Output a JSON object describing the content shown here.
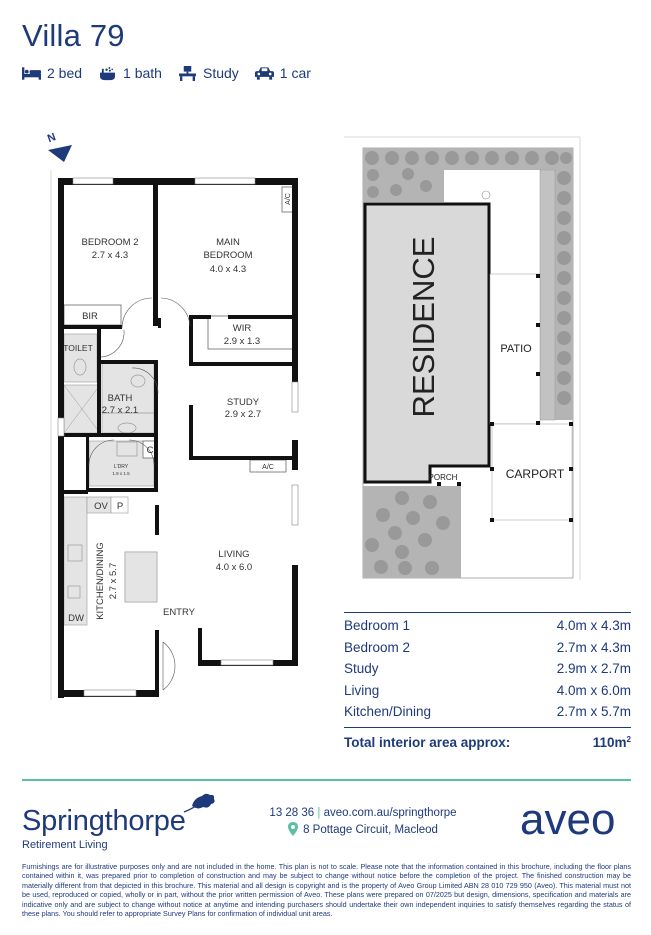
{
  "header": {
    "title": "Villa 79",
    "features": [
      {
        "icon": "bed-icon",
        "label": "2 bed"
      },
      {
        "icon": "bath-icon",
        "label": "1 bath"
      },
      {
        "icon": "desk-icon",
        "label": "Study"
      },
      {
        "icon": "car-icon",
        "label": "1 car"
      }
    ]
  },
  "floor_plan": {
    "compass_label": "N",
    "rooms": {
      "bedroom2": {
        "name": "BEDROOM 2",
        "size": "2.7 x 4.3"
      },
      "main_bedroom": {
        "name_line1": "MAIN",
        "name_line2": "BEDROOM",
        "size": "4.0 x 4.3"
      },
      "wir": {
        "name": "WIR",
        "size": "2.9 x 1.3"
      },
      "bir": {
        "name": "BIR"
      },
      "toilet": {
        "name": "TOILET"
      },
      "bath": {
        "name": "BATH",
        "size": "2.7 x 2.1"
      },
      "study": {
        "name": "STUDY",
        "size": "2.9 x 2.7"
      },
      "laundry": {
        "name": "L'DRY",
        "size": "1.9 x 1.5"
      },
      "cupboard": {
        "name": "C"
      },
      "oven": {
        "name": "OV"
      },
      "pantry": {
        "name": "P"
      },
      "kitchen": {
        "name": "KITCHEN/DINING",
        "size": "2.7 x 5.7"
      },
      "dishwasher": {
        "name": "DW"
      },
      "living": {
        "name": "LIVING",
        "size": "4.0 x 6.0"
      },
      "entry": {
        "name": "ENTRY"
      },
      "ac1": {
        "name": "A/C"
      },
      "ac2": {
        "name": "A/C"
      }
    }
  },
  "site_plan": {
    "residence": "RESIDENCE",
    "patio": "PATIO",
    "carport": "CARPORT",
    "porch": "PORCH"
  },
  "areas": {
    "rows": [
      {
        "room": "Bedroom 1",
        "size": "4.0m x 4.3m"
      },
      {
        "room": "Bedroom 2",
        "size": "2.7m x 4.3m"
      },
      {
        "room": "Study",
        "size": "2.9m x 2.7m"
      },
      {
        "room": "Living",
        "size": "4.0m x 6.0m"
      },
      {
        "room": "Kitchen/Dining",
        "size": "2.7m x 5.7m"
      }
    ],
    "total_label": "Total interior area approx:",
    "total_value": "110m",
    "total_unit_sup": "2"
  },
  "footer": {
    "brand_name": "Springthorpe",
    "brand_sub": "Retirement Living",
    "phone": "13 28 36",
    "separator": "|",
    "website": "aveo.com.au/springthorpe",
    "address": "8 Pottage Circuit, Macleod",
    "company_logo": "aveo",
    "accent_color": "#5cbfa3",
    "brand_color": "#1e3a7b",
    "disclaimer": "Furnishings are for illustrative purposes only and are not included in the home. This plan is not to scale. Please note that the information contained in this brochure, including the floor plans contained within it, was prepared prior to completion of construction and may be subject to change without notice before the completion of the project. The finished construction may be materially different from that depicted in this brochure. This material and all design is copyright and is the property of Aveo Group Limited ABN 28 010 729 950 (Aveo). This material must not be used, reproduced or copied, wholly or in part, without the prior written permission of Aveo. These plans were prepared on 07/2025 but design, dimensions, specification and materials are indicative only and are subject to change without notice at anytime and intending purchasers should undertake their own independent inquiries to satisfy themselves regarding the status of these plans. You should refer to appropriate Survey Plans for confirmation of individual unit areas."
  }
}
